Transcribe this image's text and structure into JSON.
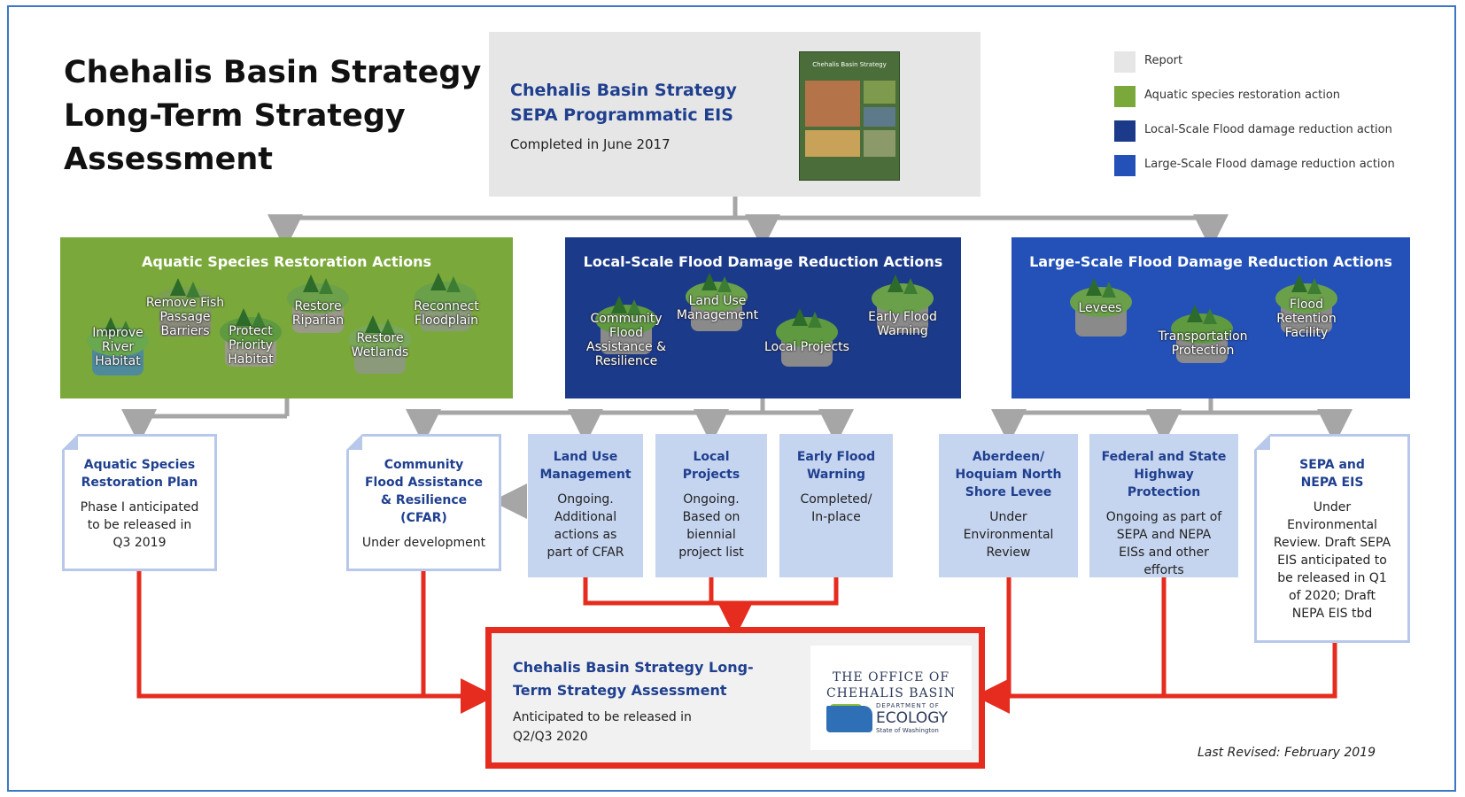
{
  "title": {
    "line1": "Chehalis Basin Strategy",
    "line2": "Long-Term Strategy",
    "line3": "Assessment"
  },
  "eis": {
    "title_line1": "Chehalis Basin Strategy",
    "title_line2": "SEPA Programmatic EIS",
    "subtitle": "Completed in June 2017",
    "cover_text": "Chehalis Basin Strategy"
  },
  "legend": [
    {
      "label": "Report",
      "color": "#e6e6e6"
    },
    {
      "label": "Aquatic species restoration action",
      "color": "#7aa83a"
    },
    {
      "label": "Local-Scale Flood damage reduction action",
      "color": "#1c3a8a"
    },
    {
      "label": "Large-Scale Flood damage reduction action",
      "color": "#2451b8"
    }
  ],
  "categories": {
    "aquatic": {
      "title": "Aquatic Species Restoration Actions",
      "color": "#7aa83a",
      "items": [
        {
          "l1": "Improve",
          "l2": "River",
          "l3": "Habitat"
        },
        {
          "l1": "Remove Fish",
          "l2": "Passage",
          "l3": "Barriers"
        },
        {
          "l1": "Protect",
          "l2": "Priority",
          "l3": "Habitat"
        },
        {
          "l1": "Restore",
          "l2": "Riparian",
          "l3": ""
        },
        {
          "l1": "Restore",
          "l2": "Wetlands",
          "l3": ""
        },
        {
          "l1": "Reconnect",
          "l2": "Floodplain",
          "l3": ""
        }
      ]
    },
    "local": {
      "title": "Local-Scale Flood Damage Reduction Actions",
      "color": "#1c3a8a",
      "items": [
        {
          "l1": "Community",
          "l2": "Flood",
          "l3": "Assistance &",
          "l4": "Resilience"
        },
        {
          "l1": "Land Use",
          "l2": "Management",
          "l3": "",
          "l4": ""
        },
        {
          "l1": "Local Projects",
          "l2": "",
          "l3": "",
          "l4": ""
        },
        {
          "l1": "Early Flood",
          "l2": "Warning",
          "l3": "",
          "l4": ""
        }
      ]
    },
    "large": {
      "title": "Large-Scale Flood Damage Reduction Actions",
      "color": "#2451b8",
      "items": [
        {
          "l1": "Levees",
          "l2": ""
        },
        {
          "l1": "Transportation",
          "l2": "Protection"
        },
        {
          "l1": "Flood",
          "l2": "Retention",
          "l3": "Facility"
        }
      ]
    }
  },
  "subs": {
    "aquatic_plan": {
      "title": [
        "Aquatic Species",
        "Restoration Plan"
      ],
      "desc": [
        "Phase I anticipated",
        "to be released in",
        "Q3 2019"
      ]
    },
    "cfar": {
      "title": [
        "Community",
        "Flood Assistance",
        "& Resilience",
        "(CFAR)"
      ],
      "desc": [
        "Under development"
      ]
    },
    "land_use": {
      "title": [
        "Land Use",
        "Management"
      ],
      "desc": [
        "Ongoing.",
        "Additional",
        "actions as",
        "part of CFAR"
      ]
    },
    "local_projects": {
      "title": [
        "Local",
        "Projects"
      ],
      "desc": [
        "Ongoing.",
        "Based on",
        "biennial",
        "project list"
      ]
    },
    "early_warning": {
      "title": [
        "Early Flood",
        "Warning"
      ],
      "desc": [
        "Completed/",
        "In-place"
      ]
    },
    "aberdeen": {
      "title": [
        "Aberdeen/",
        "Hoquiam North",
        "Shore Levee"
      ],
      "desc": [
        "Under",
        "Environmental",
        "Review"
      ]
    },
    "highway": {
      "title": [
        "Federal and State",
        "Highway",
        "Protection"
      ],
      "desc": [
        "Ongoing as part of",
        "SEPA and NEPA",
        "EISs and other",
        "efforts"
      ]
    },
    "sepa_nepa": {
      "title": [
        "SEPA and",
        "NEPA EIS"
      ],
      "desc": [
        "Under",
        "Environmental",
        "Review. Draft SEPA",
        "EIS anticipated to",
        "be released in Q1",
        "of 2020; Draft",
        "NEPA EIS tbd"
      ]
    }
  },
  "final": {
    "title_line1": "Chehalis Basin Strategy Long-",
    "title_line2": "Term Strategy Assessment",
    "sub_line1": "Anticipated to be released in",
    "sub_line2": "Q2/Q3 2020",
    "logo": {
      "line1": "THE OFFICE OF",
      "line2": "CHEHALIS BASIN",
      "line3": "DEPARTMENT OF",
      "line4": "ECOLOGY",
      "line5": "State of Washington"
    }
  },
  "revised": "Last Revised: February 2019",
  "colors": {
    "gray_connector": "#a6a6a6",
    "red_connector": "#e52c1e"
  }
}
